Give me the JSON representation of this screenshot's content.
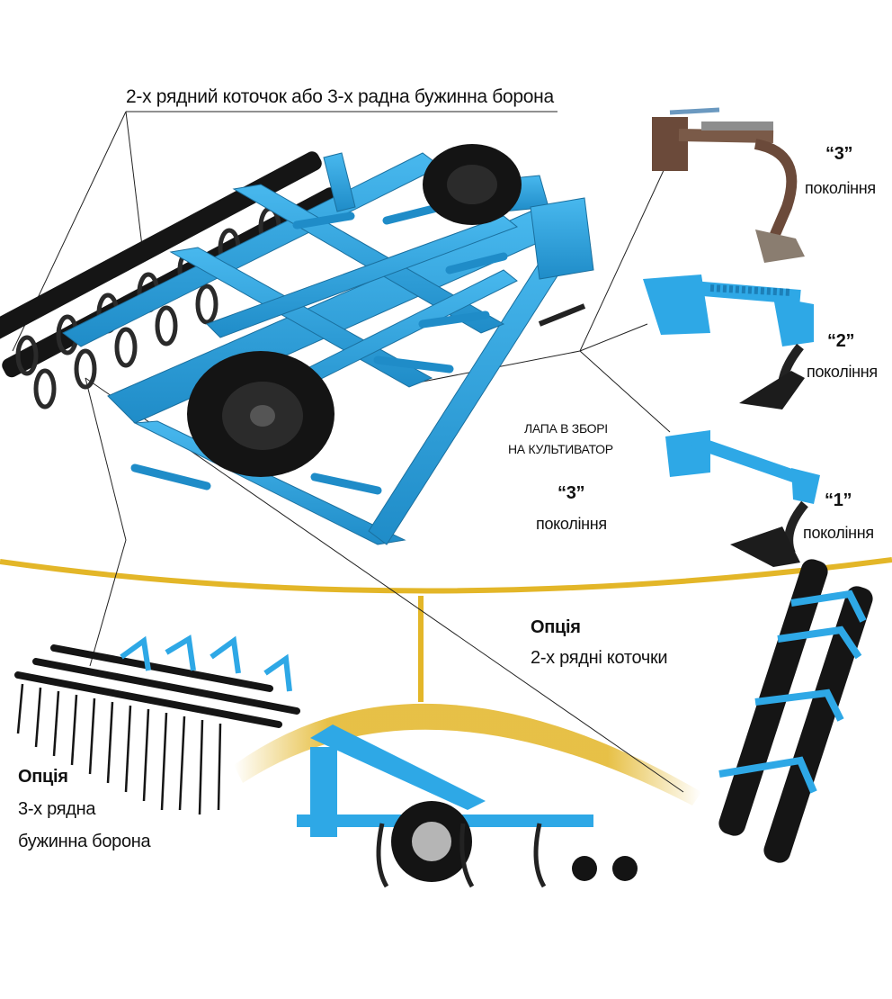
{
  "colors": {
    "frame_blue": "#2ea8e6",
    "frame_blue_dark": "#1c7fb8",
    "roller_black": "#141414",
    "arc_gold": "#e3b628",
    "leg_brown": "#6b4a3a",
    "spring_gray": "#9aa0a6"
  },
  "labels": {
    "top_caption": "2-х рядний коточок або 3-х радна бужинна борона",
    "gen3_top_quote": "“3”",
    "gen3_top_text": "покоління",
    "gen2_quote": "“2”",
    "gen2_text": "покоління",
    "assembly_line1": "ЛАПА В ЗБОРІ",
    "assembly_line2": "НА  КУЛЬТИВАТОР",
    "gen3_mid_quote": "“3”",
    "gen3_mid_text": "покоління",
    "gen1_quote": "“1”",
    "gen1_text": "покоління",
    "option_rollers_title": "Опція",
    "option_rollers_text": "2-х рядні коточки",
    "option_harrow_title": "Опція",
    "option_harrow_line1": "3-х рядна",
    "option_harrow_line2": "бужинна борона"
  }
}
